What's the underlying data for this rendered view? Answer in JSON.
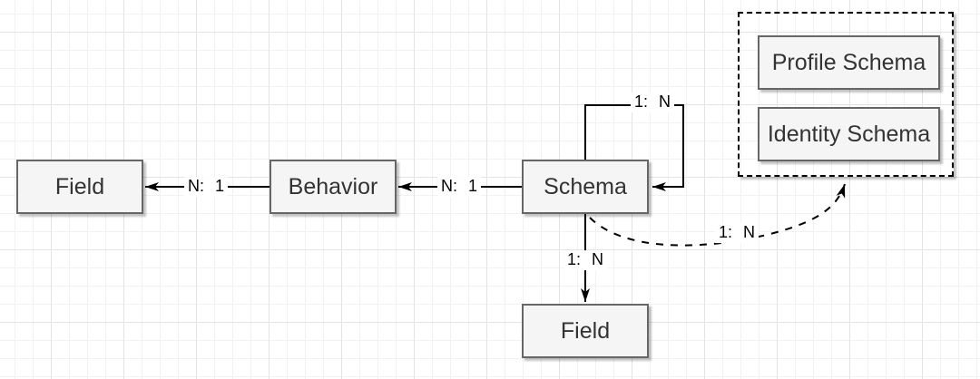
{
  "canvas": {
    "background": "#ffffff",
    "grid_minor_color": "#f2f2f4",
    "grid_major_color": "#e3e3e6"
  },
  "colors": {
    "node_fill": "#f5f5f5",
    "node_border": "#666666",
    "node_text": "#333333",
    "edge_line": "#000000",
    "edge_label_text": "#000000",
    "edge_label_bg": "#ffffff",
    "group_border": "#000000"
  },
  "nodes": {
    "field_left": {
      "label": "Field"
    },
    "behavior": {
      "label": "Behavior"
    },
    "schema": {
      "label": "Schema"
    },
    "field_bottom": {
      "label": "Field"
    },
    "schema_group": {
      "profile_schema": {
        "label": "Profile Schema"
      },
      "identity_schema": {
        "label": "Identity Schema"
      }
    }
  },
  "edges": {
    "behavior_to_field_left": {
      "label": "N: 1",
      "style": "solid",
      "direction": "left"
    },
    "schema_to_behavior": {
      "label": "N: 1",
      "style": "solid",
      "direction": "left"
    },
    "schema_self_loop": {
      "label": "1: N",
      "style": "solid",
      "direction": "loop"
    },
    "schema_to_field_bottom": {
      "label": "1: N",
      "style": "solid",
      "direction": "down"
    },
    "schema_to_schema_group": {
      "label": "1: N",
      "style": "dashed",
      "direction": "up"
    }
  }
}
